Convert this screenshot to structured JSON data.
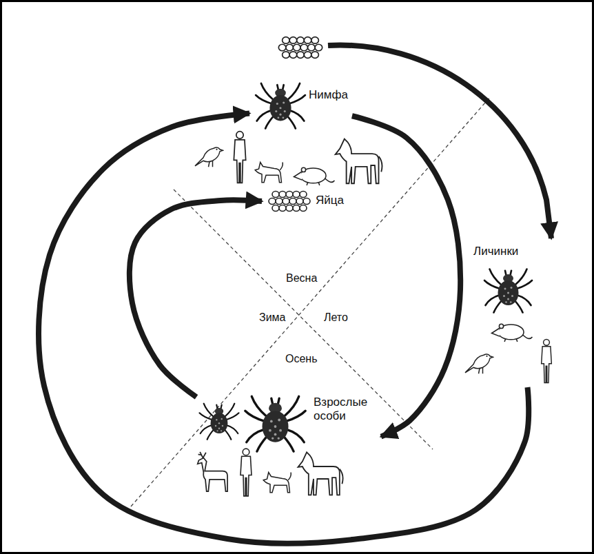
{
  "diagram": {
    "nodes": [
      {
        "text": [
          "Нимфа"
        ]
      },
      {
        "text": [
          "Яйца"
        ]
      },
      {
        "text": [
          "Личинки"
        ]
      },
      {
        "text": [
          "Взрослые особи"
        ]
      }
    ],
    "edges": [
      {
        "from": 2,
        "to": 0,
        "arrow": "to"
      },
      {
        "from": 0,
        "to": 3,
        "arrow": "to"
      },
      {
        "from": 3,
        "to": 1,
        "arrow": "to"
      }
    ],
    "labels": [
      "Весна",
      "Зима",
      "Лето",
      "Осень"
    ]
  }
}
